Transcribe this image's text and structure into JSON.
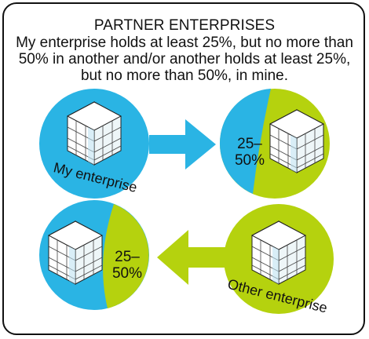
{
  "header": {
    "title": "PARTNER ENTERPRISES",
    "description": "My enterprise holds at least 25%, but no more than 50% in another and/or another holds at least 25%, but no more than 50%, in mine."
  },
  "nodes": {
    "my_enterprise": {
      "label": "My enterprise"
    },
    "other_enterprise": {
      "label": "Other enterprise"
    },
    "top_right": {
      "share_line1": "25–",
      "share_line2": "50%"
    },
    "bottom_left": {
      "share_line1": "25–",
      "share_line2": "50%"
    }
  },
  "colors": {
    "blue": "#2ab4e4",
    "green": "#b5d20e",
    "arrow_blue": "#2ab4e4",
    "arrow_green": "#b5d20e",
    "building_glass": "#ffffff",
    "outline": "#111111"
  },
  "icons": {
    "building": "building-icon",
    "arrow_right": "arrow-right-icon",
    "arrow_left": "arrow-left-icon"
  }
}
